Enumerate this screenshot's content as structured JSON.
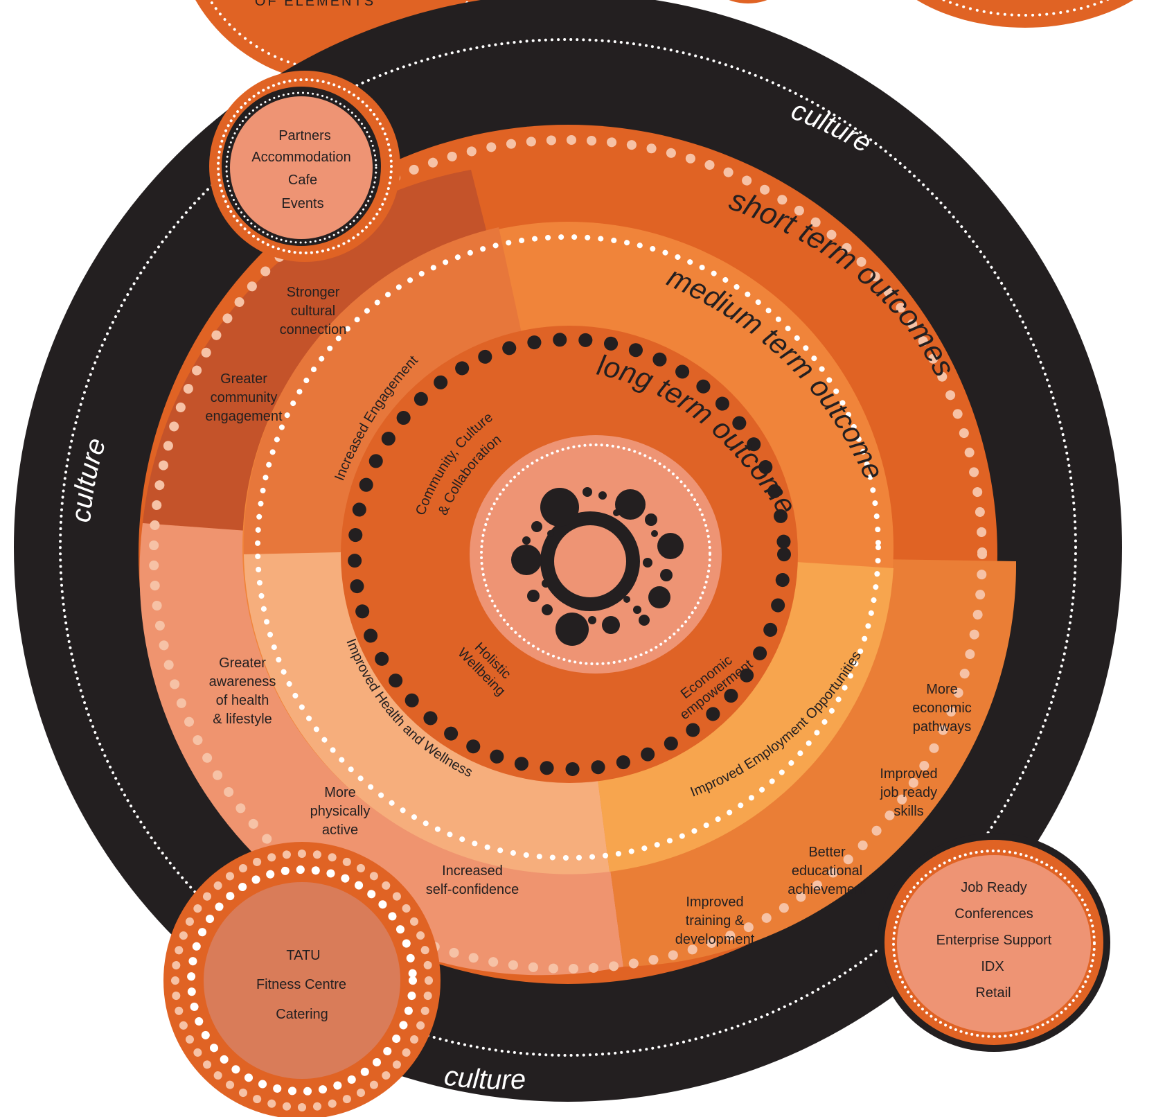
{
  "ring_labels": {
    "culture_top": "culture",
    "culture_left": "culture",
    "culture_bottom": "culture",
    "short_term": "short term outcomes",
    "medium_term": "medium term outcomes",
    "long_term": "long term outcomes"
  },
  "top_fragment": "OF ELEMENTS",
  "partner_bubbles": {
    "top_left": [
      "Partners",
      "Accommodation",
      "Cafe",
      "Events"
    ],
    "bottom_left": [
      "TATU",
      "Fitness Centre",
      "Catering"
    ],
    "bottom_right": [
      "Job Ready",
      "Conferences",
      "Enterprise Support",
      "IDX",
      "Retail"
    ]
  },
  "short_term_outcomes": {
    "stronger_cultural": [
      "Stronger",
      "cultural",
      "connection"
    ],
    "community_engagement": [
      "Greater",
      "community",
      "engagement"
    ],
    "health_awareness": [
      "Greater",
      "awareness",
      "of health",
      "& lifestyle"
    ],
    "physically_active": [
      "More",
      "physically",
      "active"
    ],
    "self_confidence": [
      "Increased",
      "self-confidence"
    ],
    "training": [
      "Improved",
      "training &",
      "development"
    ],
    "educational": [
      "Better",
      "educational",
      "achievement"
    ],
    "job_ready": [
      "Improved",
      "job ready",
      "skills"
    ],
    "economic_pathways": [
      "More",
      "economic",
      "pathways"
    ]
  },
  "medium_term_outcomes": {
    "engagement": "Increased Engagement",
    "health": "Improved Health and Wellness",
    "employment": "Improved Employment Opportunities"
  },
  "long_term_outcomes": {
    "community": [
      "Community, Culture",
      "& Collaboration"
    ],
    "wellbeing": [
      "Holistic",
      "Wellbeing"
    ],
    "economic": [
      "Economic",
      "empowerment"
    ]
  },
  "colors": {
    "black_ring": "#231f20",
    "outer_orange": "#e06324",
    "outer_dark_sector": "#c4532a",
    "outer_light_sector": "#ef946f",
    "outer_right_sector": "#ea7e36",
    "middle_orange": "#f0843a",
    "middle_engagement": "#e7773b",
    "middle_health": "#f6ae7c",
    "middle_employment": "#f7a54e",
    "inner_orange": "#df6326",
    "center_salmon": "#ee9474",
    "dot_white": "#ffffff",
    "dot_pink": "#f6c2a6"
  }
}
